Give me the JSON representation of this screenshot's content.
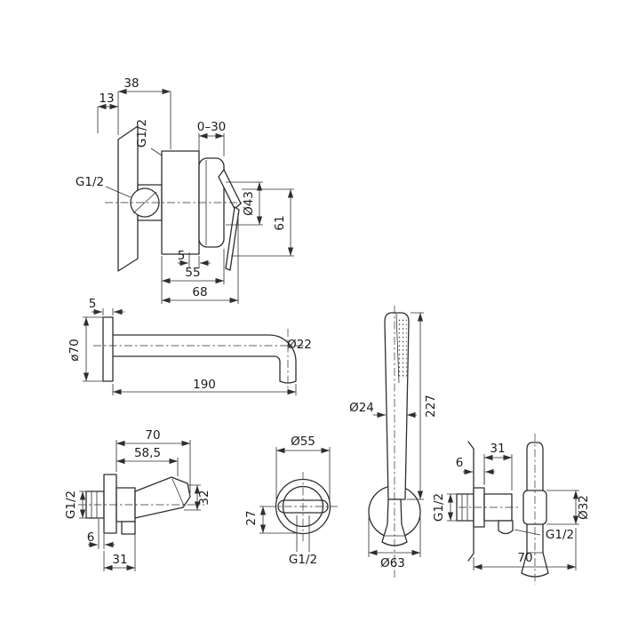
{
  "palette": {
    "background": "#ffffff",
    "line": "#2e2e2e",
    "text": "#1c1c1c"
  },
  "views": {
    "mixer": {
      "dims": {
        "d38": "38",
        "d13": "13",
        "thread_top": "G1/2",
        "range": "0–30",
        "thread_inlet": "G1/2",
        "dia": "Ø43",
        "h61": "61",
        "d5": "5",
        "d55": "55",
        "d68": "68"
      }
    },
    "spout": {
      "dims": {
        "t5": "5",
        "flange_dia": "ø70",
        "tube_dia": "Ø22",
        "length": "190"
      }
    },
    "holder": {
      "dims": {
        "w70": "70",
        "w58_5": "58,5",
        "thread": "G1/2",
        "h32": "32",
        "g6": "6",
        "d31": "31"
      }
    },
    "plate": {
      "dims": {
        "dia": "Ø55",
        "d27": "27",
        "thread": "G1/2"
      }
    },
    "handshower": {
      "dims": {
        "wand_dia": "Ø24",
        "length": "227",
        "plate_dia": "Ø63"
      }
    },
    "outlet": {
      "dims": {
        "d31": "31",
        "t6": "6",
        "thread_in": "G1/2",
        "dia32": "Ø32",
        "thread_out": "G1/2",
        "d70": "70"
      }
    }
  }
}
